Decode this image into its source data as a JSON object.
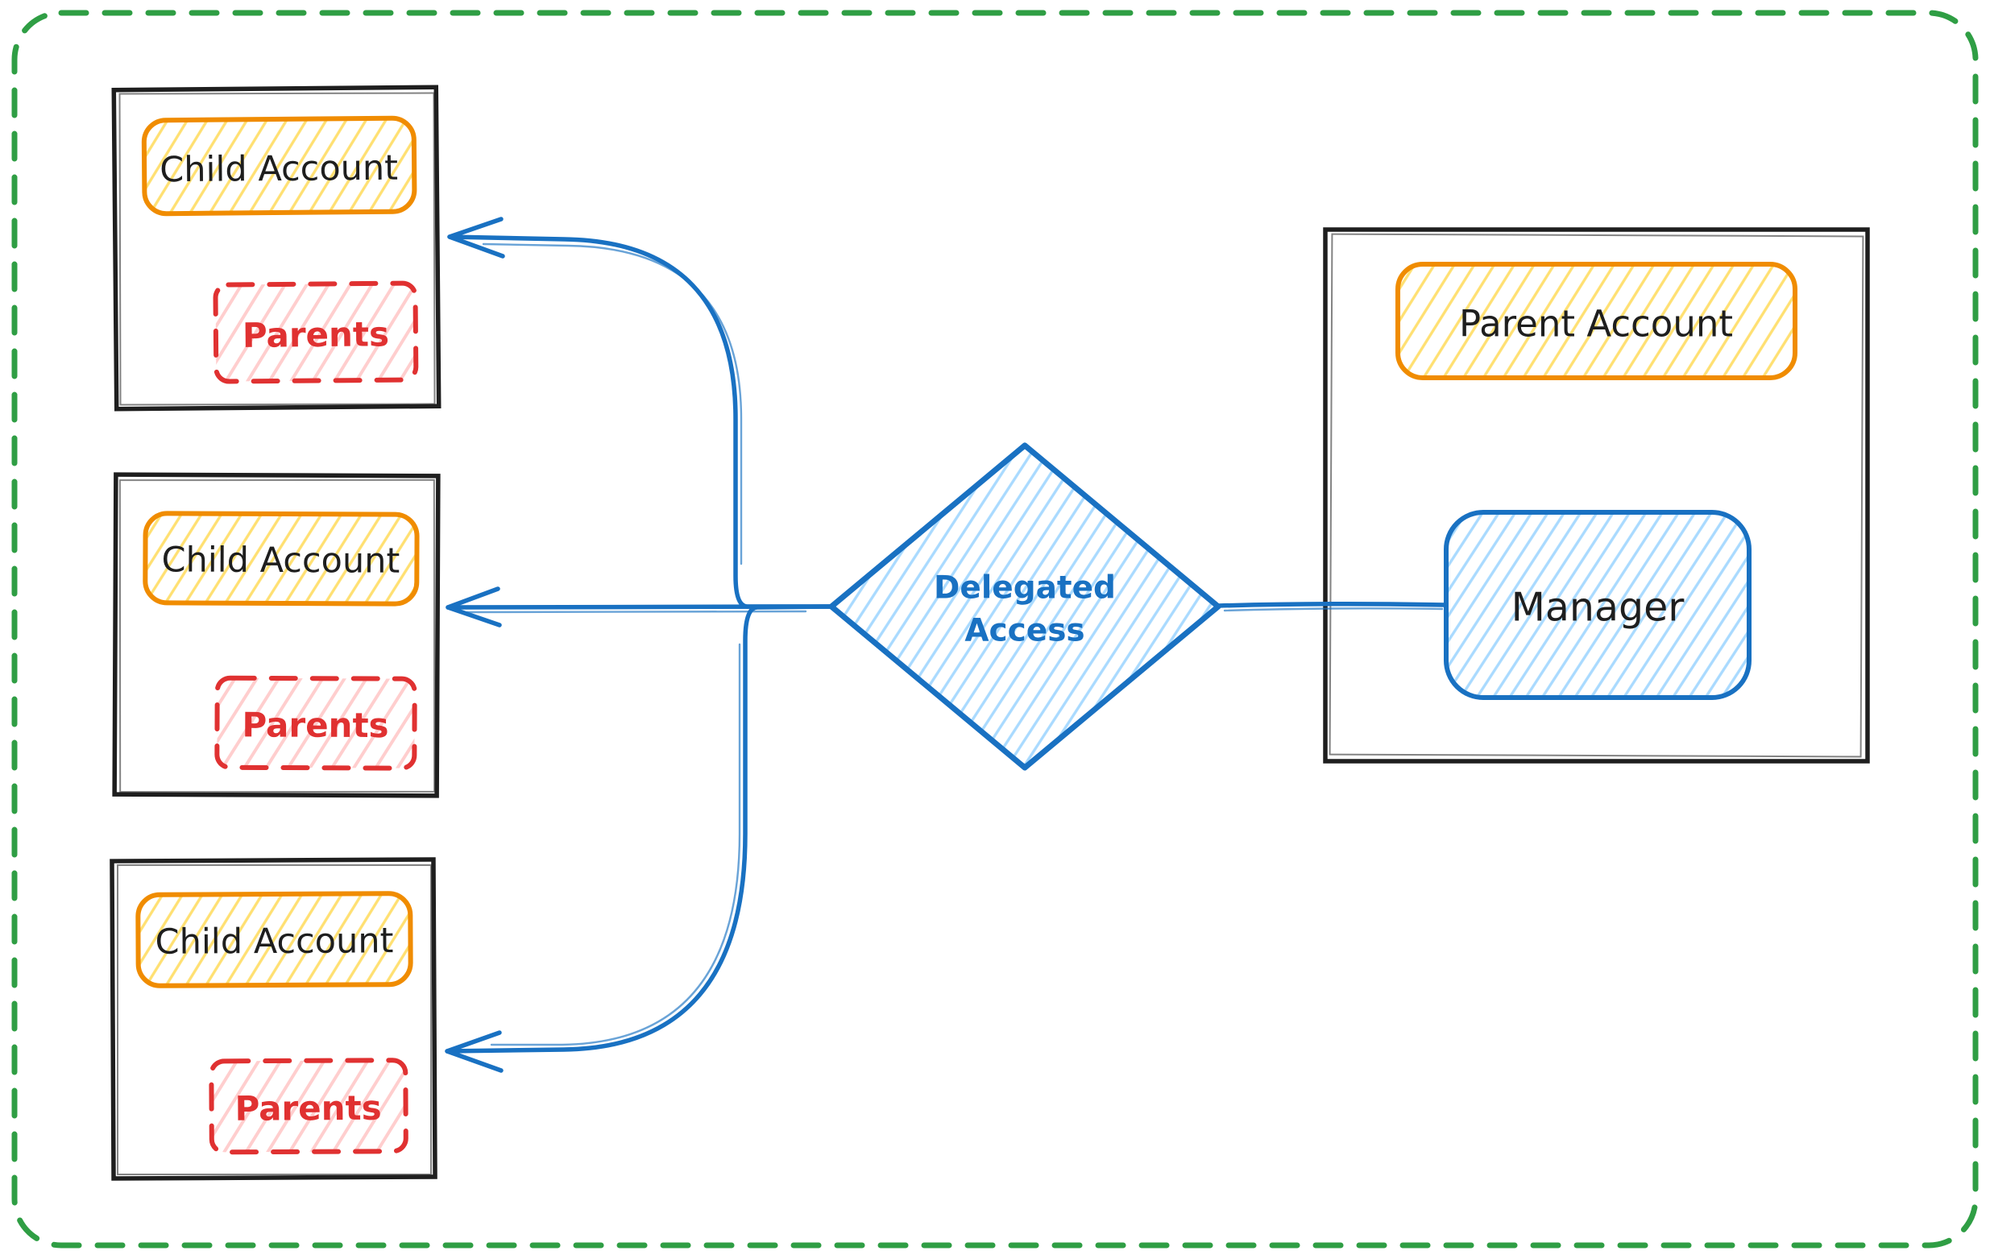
{
  "diagram": {
    "children": [
      {
        "title": "Child Account",
        "member": "Parents"
      },
      {
        "title": "Child Account",
        "member": "Parents"
      },
      {
        "title": "Child Account",
        "member": "Parents"
      }
    ],
    "parent": {
      "title": "Parent Account",
      "manager": "Manager"
    },
    "decision": {
      "line1": "Delegated",
      "line2": "Access"
    }
  },
  "colors": {
    "canvas_border_green": "#2f9e44",
    "box_stroke_black": "#1e1e1e",
    "accent_orange": "#f08c00",
    "hatch_yellow": "#ffd43b",
    "accent_red": "#e03131",
    "hatch_red": "#ffc9c9",
    "accent_blue": "#1971c2",
    "hatch_blue": "#a5d8ff",
    "background": "#ffffff"
  }
}
